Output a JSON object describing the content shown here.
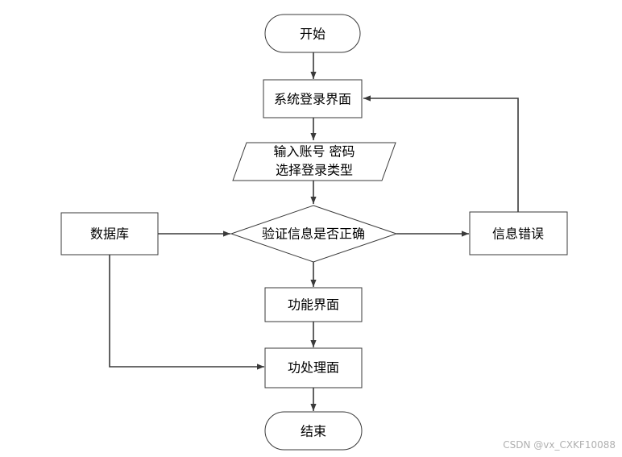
{
  "diagram": {
    "nodes": {
      "start": "开始",
      "login_screen": "系统登录界面",
      "input_line1": "输入账号 密码",
      "input_line2": "选择登录类型",
      "validate": "验证信息是否正确",
      "database": "数据库",
      "info_error": "信息错误",
      "function_screen": "功能界面",
      "process_screen": "功处理面",
      "end": "结束"
    }
  },
  "watermark": "CSDN @vx_CXKF10088"
}
